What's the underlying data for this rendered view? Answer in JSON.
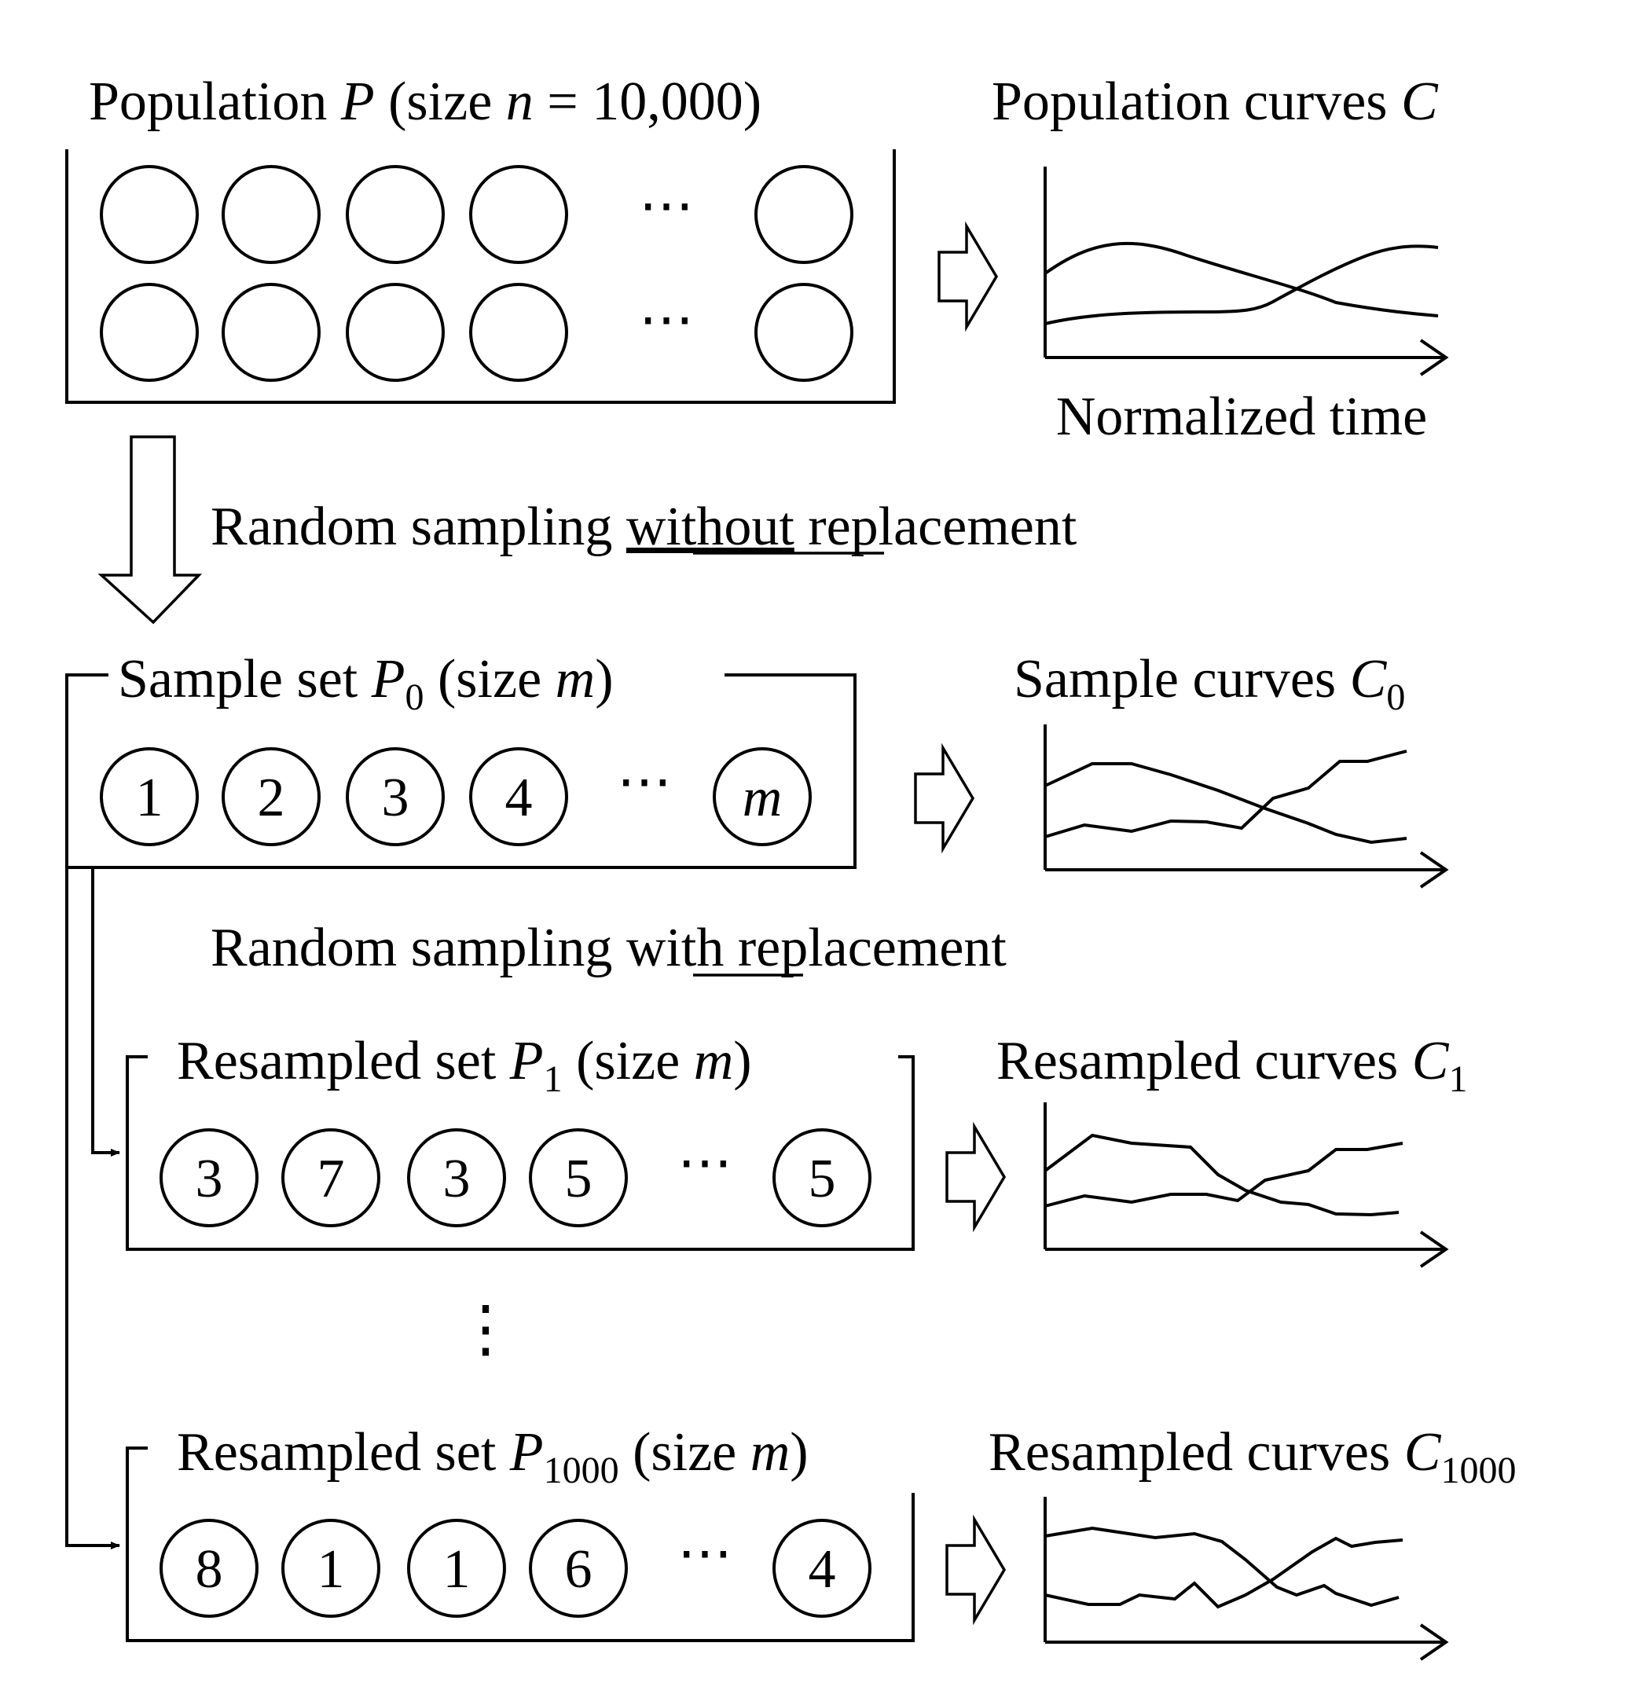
{
  "population": {
    "title": {
      "pre": "Population ",
      "var": "P",
      "mid": " (size ",
      "var2": "n",
      "post": " = 10,000)"
    },
    "curves_title": {
      "pre": "Population curves ",
      "var": "C"
    },
    "ellipsis": "⋯",
    "x_axis_label": "Normalized time"
  },
  "sampling_without": {
    "pre": "Random sampling ",
    "underlined": "without",
    "post": " replacement"
  },
  "sample_set": {
    "title": {
      "pre": "Sample set ",
      "var": "P",
      "sub": "0",
      "mid": " (size ",
      "var2": "m",
      "post": ")"
    },
    "items": [
      "1",
      "2",
      "3",
      "4",
      "m"
    ],
    "ellipsis": "⋯",
    "curves_title": {
      "pre": "Sample curves ",
      "var": "C",
      "sub": "0"
    }
  },
  "sampling_with": {
    "pre": "Random sampling ",
    "underlined": "with",
    "post": " replacement"
  },
  "resampled_1": {
    "title": {
      "pre": "Resampled set ",
      "var": "P",
      "sub": "1",
      "mid": " (size ",
      "var2": "m",
      "post": ")"
    },
    "items": [
      "3",
      "7",
      "3",
      "5",
      "5"
    ],
    "ellipsis": "⋯",
    "curves_title": {
      "pre": "Resampled curves ",
      "var": "C",
      "sub": "1"
    }
  },
  "vertical_ellipsis": "⋮",
  "resampled_1000": {
    "title": {
      "pre": "Resampled set ",
      "var": "P",
      "sub": "1000",
      "mid": " (size ",
      "var2": "m",
      "post": ")"
    },
    "items": [
      "8",
      "1",
      "1",
      "6",
      "4"
    ],
    "ellipsis": "⋯",
    "curves_title": {
      "pre": "Resampled curves ",
      "var": "C",
      "sub": "1000"
    }
  }
}
